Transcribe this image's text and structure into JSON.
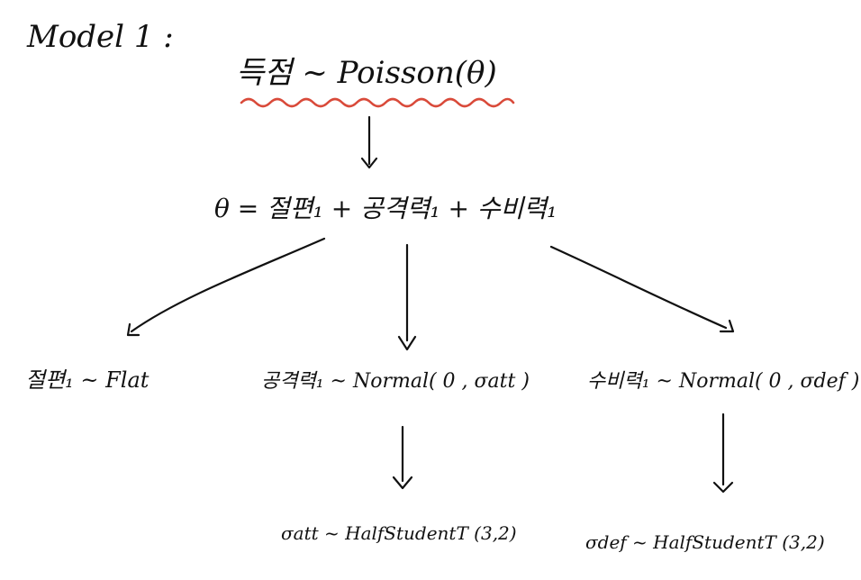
{
  "title": "Model 1 :",
  "likelihood": "득점 ~ Poisson(θ)",
  "theta_equation": "θ  =  절편₁ + 공격력₁ + 수비력₁",
  "priors": {
    "intercept": "절편₁ ~ Flat",
    "attack": "공격력₁ ~ Normal( 0 , σatt )",
    "defense": "수비력₁ ~ Normal( 0 , σdef )"
  },
  "hyperpriors": {
    "attack_sigma": "σatt ~ HalfStudentT (3,2)",
    "defense_sigma": "σdef ~ HalfStudentT (3,2)"
  },
  "colors": {
    "ink": "#111111",
    "underline": "#d94a3a"
  }
}
